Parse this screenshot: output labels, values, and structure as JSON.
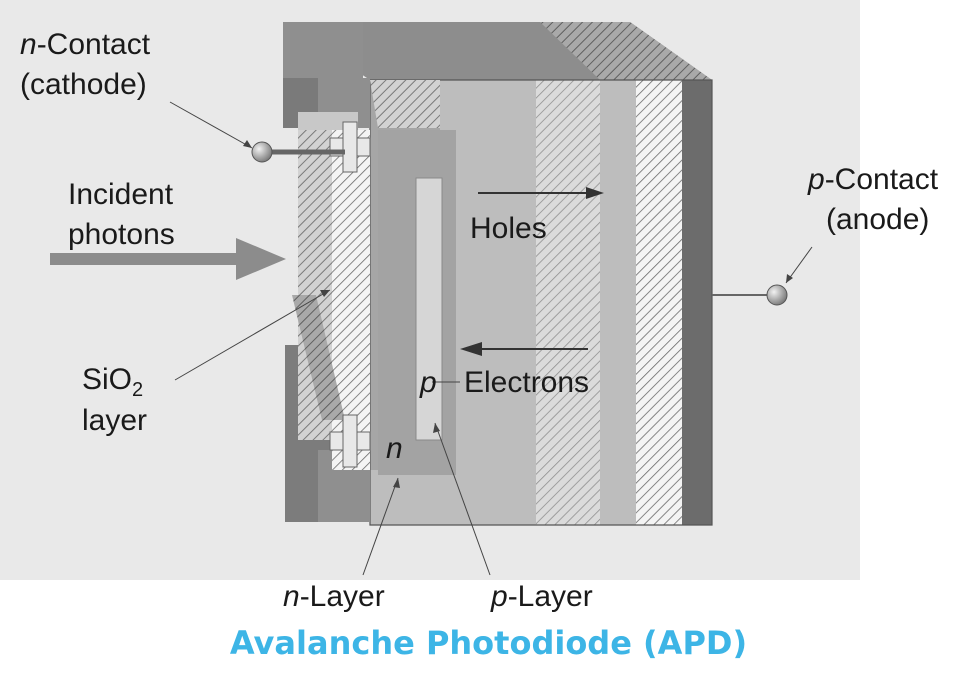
{
  "labels": {
    "n_contact_letter": "n",
    "n_contact_word": "-Contact",
    "cathode": "(cathode)",
    "incident_line1": "Incident",
    "incident_line2": "photons",
    "sio2_main": "SiO",
    "sio2_sub": "2",
    "sio2_line2": "layer",
    "holes": "Holes",
    "electrons": "Electrons",
    "p_region": "p",
    "n_region": "n",
    "p_contact_letter": "p",
    "p_contact_word": "-Contact",
    "anode": "(anode)",
    "n_layer_letter": "n",
    "n_layer_word": "-Layer",
    "p_layer_letter": "p",
    "p_layer_word": "-Layer"
  },
  "title": "Avalanche Photodiode (APD)",
  "colors": {
    "title": "#3db5e6",
    "background_panel": "#e9e9e9",
    "body_light": "#b8b8b8",
    "body_mid": "#9e9e9e",
    "body_dark": "#6e6e6e",
    "strip": "#d6d6d6"
  },
  "icons": {
    "incident_arrow": "right-arrow",
    "holes_arrow": "right-arrow",
    "electrons_arrow": "left-arrow",
    "contact_terminal": "ball-terminal"
  }
}
